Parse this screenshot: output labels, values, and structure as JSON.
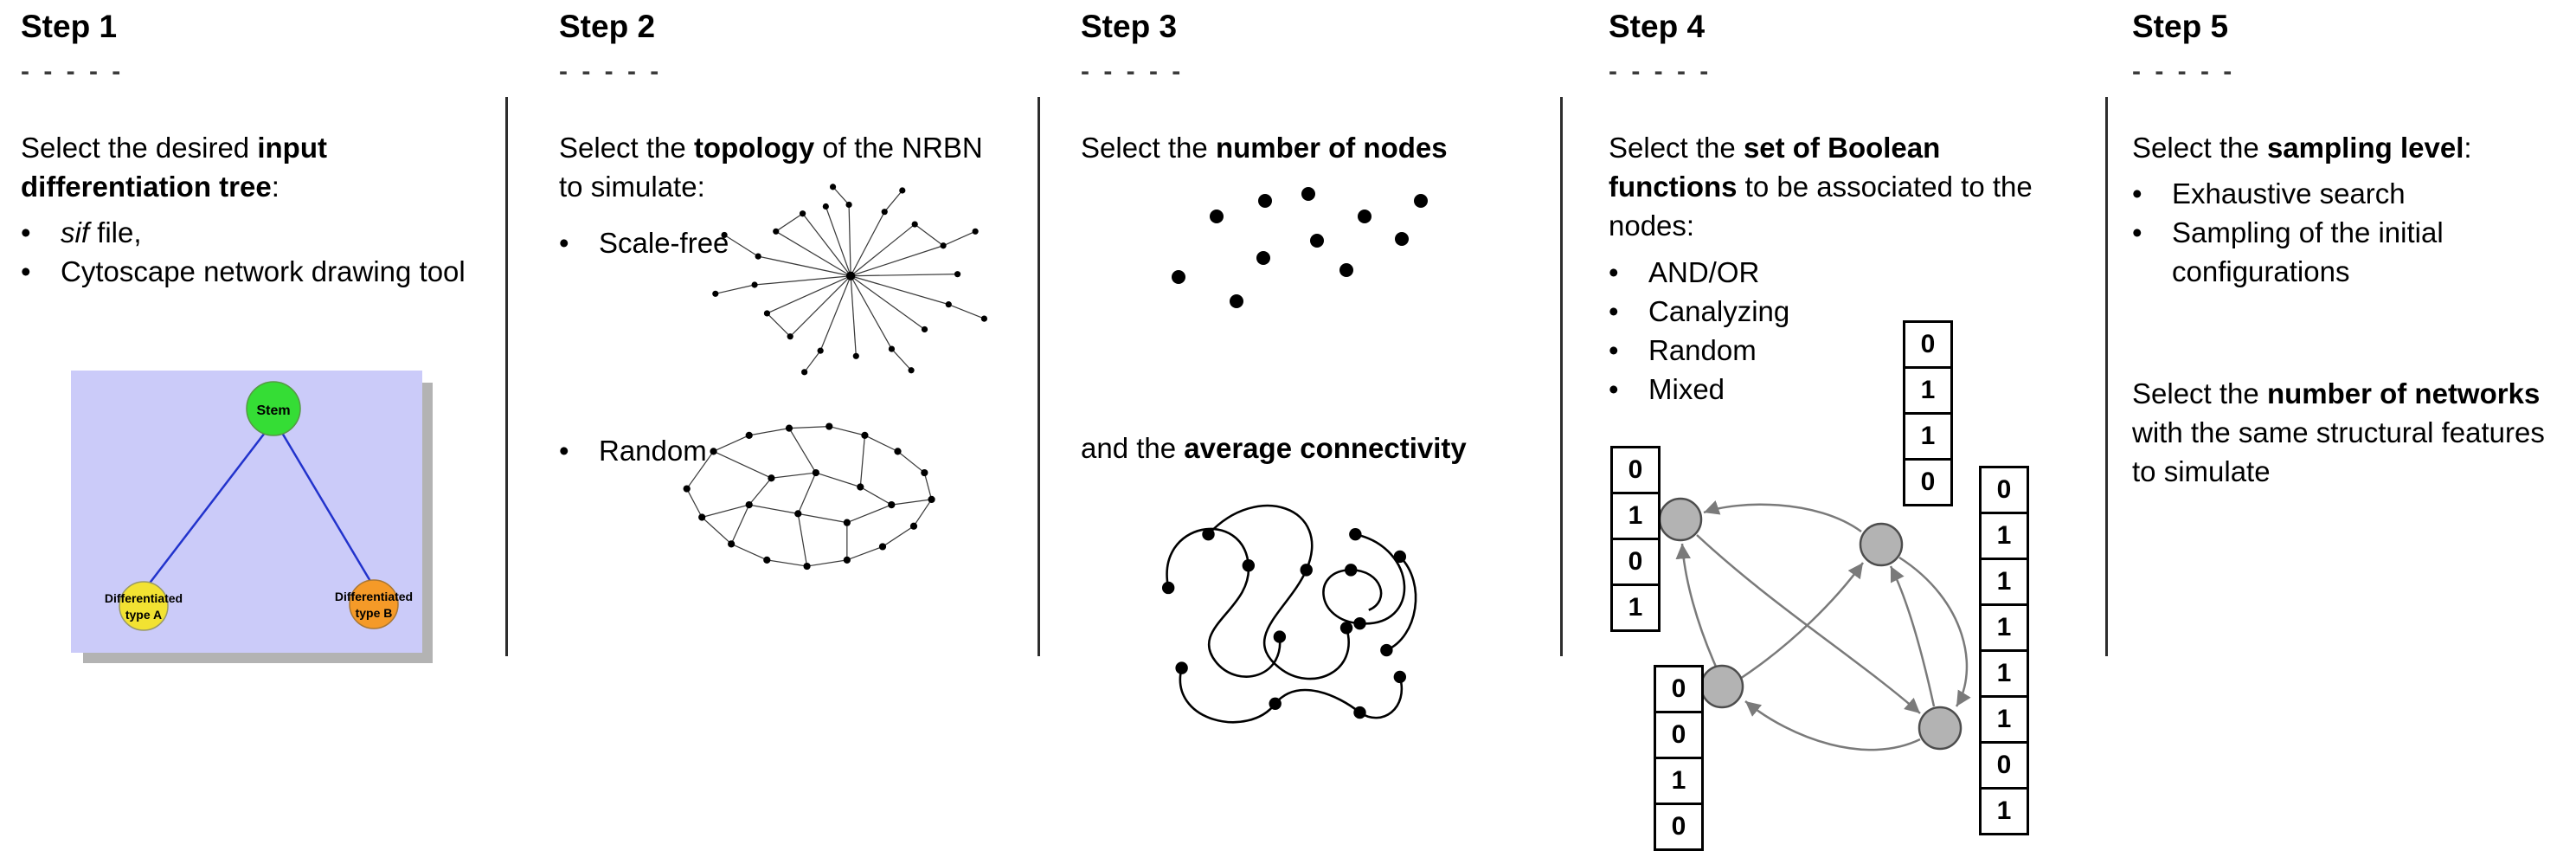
{
  "ui": {
    "bullet_char": "•"
  },
  "steps": {
    "step1": {
      "title": "Step 1",
      "dashes": "- - - - -",
      "intro": {
        "pre": "Select the desired ",
        "bold": "input differentiation tree",
        "post": ":"
      },
      "bullets": {
        "b1": {
          "italic": "sif",
          "rest": " file,"
        },
        "b2": "Cytoscape network drawing tool"
      },
      "tree": {
        "stem_label": "Stem",
        "type_a_line1": "Differentiated",
        "type_a_line2": "type A",
        "type_b_line1": "Differentiated",
        "type_b_line2": "type B",
        "colors": {
          "background": "#CBCBF9",
          "shadow": "#9a9a9a",
          "stem": "#35DD35",
          "type_a": "#F2E232",
          "type_b": "#F59A28",
          "edge": "#2233CC"
        }
      }
    },
    "step2": {
      "title": "Step 2",
      "dashes": "- - - - -",
      "intro": {
        "pre": "Select the ",
        "bold": "topology",
        "post": " of the NRBN to simulate:"
      },
      "bullets": {
        "b1": "Scale-free",
        "b2": "Random"
      }
    },
    "step3": {
      "title": "Step 3",
      "dashes": "- - - - -",
      "intro": {
        "pre": "Select the ",
        "bold": "number of nodes",
        "post": ""
      },
      "connectivity": {
        "pre": "and the ",
        "bold": "average connectivity",
        "post": ""
      }
    },
    "step4": {
      "title": "Step 4",
      "dashes": "- - - - -",
      "intro": {
        "pre": "Select the ",
        "bold": "set of Boolean functions",
        "post": " to be associated to the nodes:"
      },
      "bullets": {
        "b1": "AND/OR",
        "b2": "Canalyzing",
        "b3": "Random",
        "b4": "Mixed"
      },
      "tables": {
        "left": {
          "values": [
            "0",
            "1",
            "0",
            "1"
          ]
        },
        "top": {
          "values": [
            "0",
            "1",
            "1",
            "0"
          ]
        },
        "bottom_left": {
          "values": [
            "0",
            "0",
            "1",
            "0"
          ]
        },
        "right": {
          "values": [
            "0",
            "1",
            "1",
            "1",
            "1",
            "1",
            "0",
            "1"
          ]
        }
      }
    },
    "step5": {
      "title": "Step 5",
      "dashes": "- - - - -",
      "intro": {
        "pre": "Select the ",
        "bold": "sampling level",
        "post": ":"
      },
      "bullets": {
        "b1": "Exhaustive search",
        "b2": "Sampling of the initial configurations"
      },
      "networks": {
        "pre": "Select the ",
        "bold": "number of networks",
        "post": " with the same structural features to simulate"
      }
    }
  }
}
